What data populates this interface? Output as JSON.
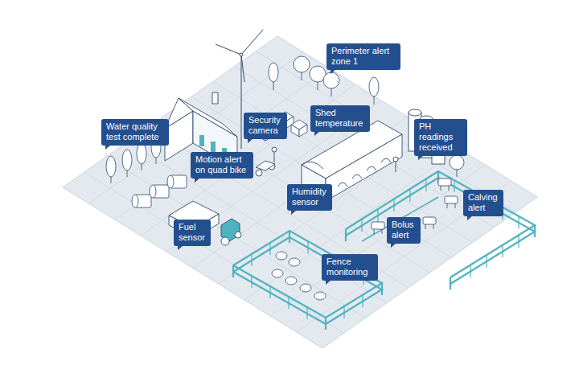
{
  "diagram": {
    "nodes": [
      {
        "text": [
          "Perimeter alert zone 1"
        ]
      },
      {
        "text": [
          "Water quality test complete"
        ]
      },
      {
        "text": [
          "Security camera"
        ]
      },
      {
        "text": [
          "Shed temperature"
        ]
      },
      {
        "text": [
          "PH readings received"
        ]
      },
      {
        "text": [
          "Motion alert on quad bike"
        ]
      },
      {
        "text": [
          "Humidity sensor"
        ]
      },
      {
        "text": [
          "Calving alert"
        ]
      },
      {
        "text": [
          "Bolus alert"
        ]
      },
      {
        "text": [
          "Fuel sensor"
        ]
      },
      {
        "text": [
          "Fence monitoring"
        ]
      }
    ]
  }
}
